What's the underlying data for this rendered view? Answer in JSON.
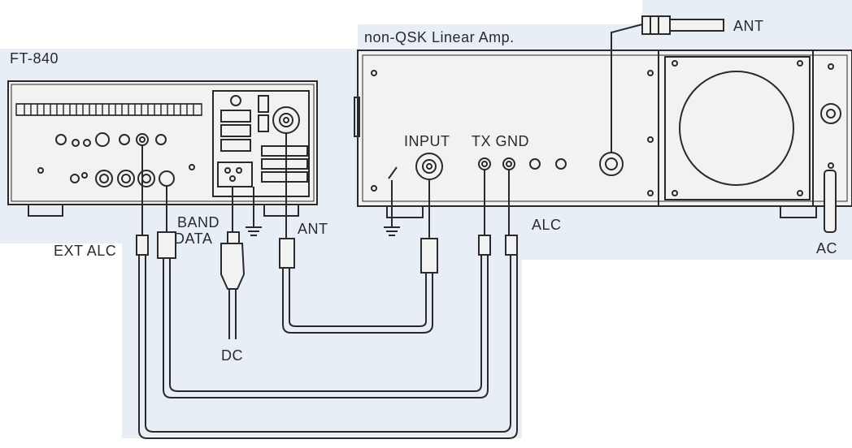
{
  "labels": {
    "title_rig": "FT-840",
    "title_amp": "non-QSK Linear Amp.",
    "ant_top": "ANT",
    "input": "INPUT",
    "tx_gnd": "TX GND",
    "alc_amp": "ALC",
    "ac": "AC",
    "ant_rig": "ANT",
    "band": "BAND",
    "data": "DATA",
    "ext_alc": "EXT ALC",
    "dc": "DC"
  },
  "colors": {
    "background_panel": "#e7eef6",
    "line": "#2a2a2a",
    "face": "#f2f2f2"
  }
}
